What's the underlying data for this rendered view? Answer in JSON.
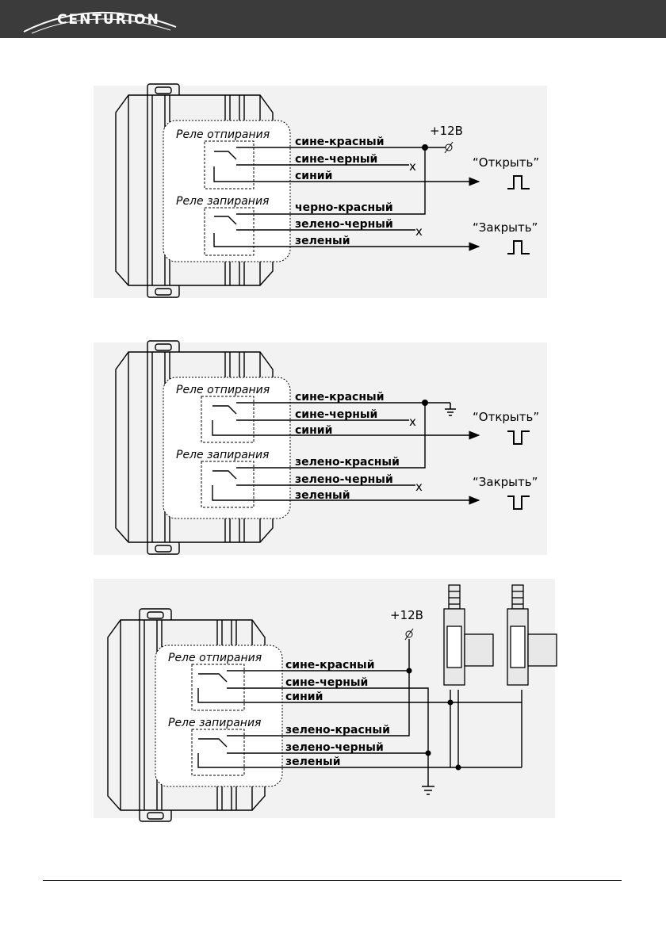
{
  "header": {
    "logo": "CENTURION"
  },
  "diagrams": [
    {
      "relay1": "Реле отпирания",
      "relay2": "Реле запирания",
      "wires": [
        "сине-красный",
        "сине-черный",
        "синий",
        "черно-красный",
        "зелено-черный",
        "зеленый"
      ],
      "power": "+12В",
      "open": "“Открыть”",
      "close": "“Закрыть”",
      "nc1": "x",
      "nc2": "x"
    },
    {
      "relay1": "Реле отпирания",
      "relay2": "Реле запирания",
      "wires": [
        "сине-красный",
        "сине-черный",
        "синий",
        "зелено-красный",
        "зелено-черный",
        "зеленый"
      ],
      "open": "“Открыть”",
      "close": "“Закрыть”",
      "nc1": "x",
      "nc2": "x"
    },
    {
      "relay1": "Реле отпирания",
      "relay2": "Реле запирания",
      "wires": [
        "сине-красный",
        "сине-черный",
        "синий",
        "зелено-красный",
        "зелено-черный",
        "зеленый"
      ],
      "power": "+12В"
    }
  ]
}
